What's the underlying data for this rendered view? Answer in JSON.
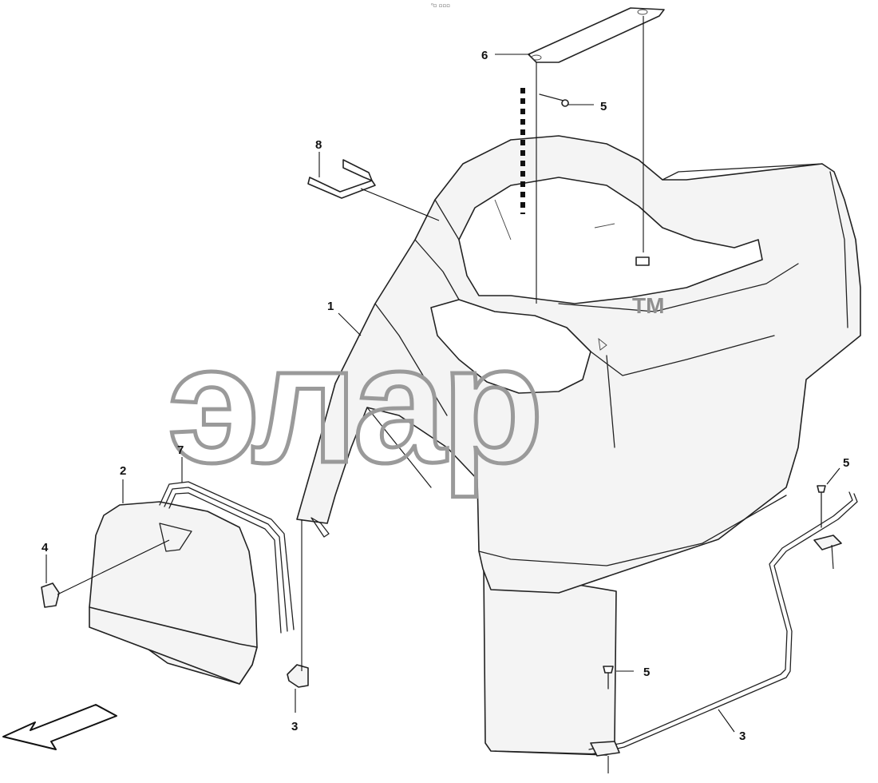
{
  "header_mark": "⁰▫ ▫▫▫",
  "watermark": {
    "text": "элар",
    "tm": "TM",
    "color": "#9a9a9a"
  },
  "callouts": {
    "c1": "1",
    "c2": "2",
    "c3a": "3",
    "c3b": "3",
    "c4": "4",
    "c5a": "5",
    "c5b": "5",
    "c5c": "5",
    "c6": "6",
    "c7": "7",
    "c8": "8"
  },
  "colors": {
    "line": "#222222",
    "fill": "#f4f4f4"
  }
}
